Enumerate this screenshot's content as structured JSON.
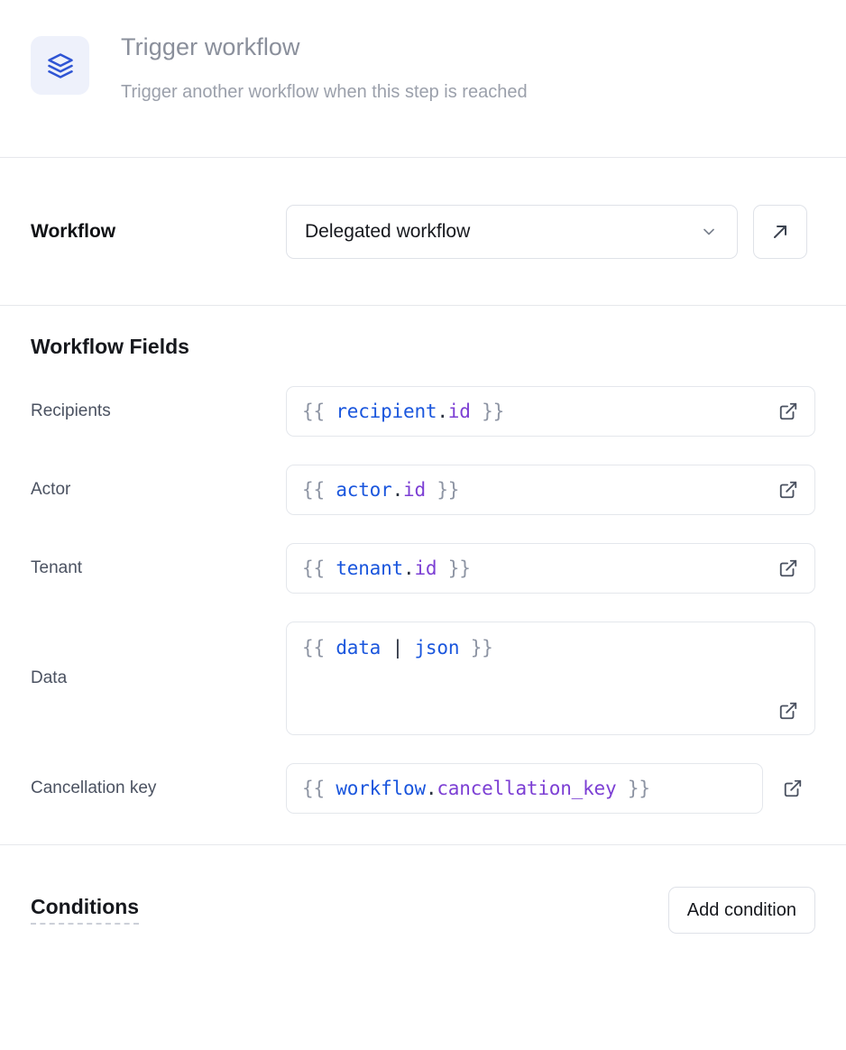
{
  "header": {
    "icon": "layers-stack-icon",
    "title": "Trigger workflow",
    "subtitle": "Trigger another workflow when this step is reached",
    "icon_color": "#2f55d4",
    "icon_bg": "#eef1fb"
  },
  "workflow": {
    "label": "Workflow",
    "selected": "Delegated workflow",
    "chevron_icon": "chevron-down-icon",
    "open_icon": "arrow-up-right-icon"
  },
  "workflow_fields": {
    "title": "Workflow Fields",
    "external_icon": "external-link-icon",
    "rows": [
      {
        "label": "Recipients",
        "value": "{{ recipient.id }}",
        "tokens": [
          {
            "t": "{{ ",
            "k": "brace"
          },
          {
            "t": "recipient",
            "k": "obj"
          },
          {
            "t": ".",
            "k": "dot"
          },
          {
            "t": "id",
            "k": "prop"
          },
          {
            "t": " }}",
            "k": "brace"
          }
        ],
        "multiline": false,
        "icon_inside": true
      },
      {
        "label": "Actor",
        "value": "{{ actor.id }}",
        "tokens": [
          {
            "t": "{{ ",
            "k": "brace"
          },
          {
            "t": "actor",
            "k": "obj"
          },
          {
            "t": ".",
            "k": "dot"
          },
          {
            "t": "id",
            "k": "prop"
          },
          {
            "t": " }}",
            "k": "brace"
          }
        ],
        "multiline": false,
        "icon_inside": true
      },
      {
        "label": "Tenant",
        "value": "{{ tenant.id }}",
        "tokens": [
          {
            "t": "{{ ",
            "k": "brace"
          },
          {
            "t": "tenant",
            "k": "obj"
          },
          {
            "t": ".",
            "k": "dot"
          },
          {
            "t": "id",
            "k": "prop"
          },
          {
            "t": " }}",
            "k": "brace"
          }
        ],
        "multiline": false,
        "icon_inside": true
      },
      {
        "label": "Data",
        "value": "{{ data | json }}",
        "tokens": [
          {
            "t": "{{ ",
            "k": "brace"
          },
          {
            "t": "data",
            "k": "obj"
          },
          {
            "t": " ",
            "k": "brace"
          },
          {
            "t": "|",
            "k": "pipe"
          },
          {
            "t": " ",
            "k": "brace"
          },
          {
            "t": "json",
            "k": "obj"
          },
          {
            "t": " }}",
            "k": "brace"
          }
        ],
        "multiline": true,
        "icon_inside": true
      },
      {
        "label": "Cancellation key",
        "value": "{{ workflow.cancellation_key }}",
        "tokens": [
          {
            "t": "{{ ",
            "k": "brace"
          },
          {
            "t": "workflow",
            "k": "obj"
          },
          {
            "t": ".",
            "k": "dot"
          },
          {
            "t": "cancellation_key",
            "k": "prop"
          },
          {
            "t": " }}",
            "k": "brace"
          }
        ],
        "multiline": false,
        "icon_inside": false
      }
    ]
  },
  "conditions": {
    "title": "Conditions",
    "add_label": "Add condition"
  },
  "colors": {
    "template_object": "#1a56dd",
    "template_property": "#7c3fd4",
    "template_brace": "#8d94a3",
    "border": "#e4e7ec",
    "divider": "#e6e8ec"
  }
}
